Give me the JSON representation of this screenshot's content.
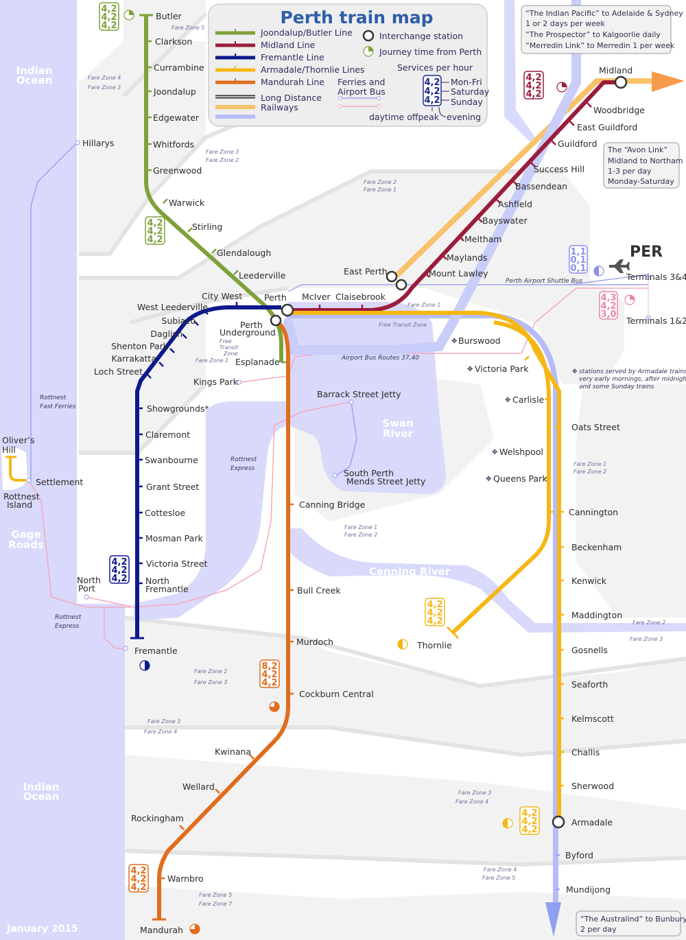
{
  "title": "Perth train map",
  "date_label": "January 2015",
  "colors": {
    "joondalup": "#7ea13a",
    "midland": "#9b1c3c",
    "fremantle": "#0e1a8c",
    "armadale": "#f5b714",
    "mandurah": "#e06d1e",
    "bus": "#9fa4ef",
    "ferry": "#f4a8be",
    "water": "#dcdcfc",
    "zone_land": "#f2f2f2"
  },
  "legend": {
    "lines": [
      {
        "label": "Joondalup/Butler Line",
        "color": "#7ea13a"
      },
      {
        "label": "Midland Line",
        "color": "#9b1c3c"
      },
      {
        "label": "Fremantle Line",
        "color": "#0e1a8c"
      },
      {
        "label": "Armadale/Thornlie Lines",
        "color": "#f5b714"
      },
      {
        "label": "Mandurah Line",
        "color": "#e06d1e"
      }
    ],
    "long_distance": "Long Distance",
    "railways": "Railways",
    "interchange": "Interchange station",
    "journey_time": "Journey time from Perth",
    "services_per_hour": "Services per hour",
    "ferries": "Ferries and",
    "airport_bus": "Airport Bus",
    "mon_fri": "Mon-Fri",
    "saturday": "Saturday",
    "sunday": "Sunday",
    "daytime_offpeak": "daytime offpeak",
    "evening": "evening",
    "freq": [
      "4,2",
      "4,2",
      "4,2"
    ]
  },
  "notes": {
    "indian_pacific": "“The Indian Pacific” to Adelaide & Sydney",
    "indian_pacific_freq": "1 or 2 days per week",
    "prospector": "“The Prospector” to Kalgoorlie daily",
    "merredin": "“Merredin Link” to Merredin 1 per week",
    "avon_1": "The “Avon Link”",
    "avon_2": "Midland to Northam",
    "avon_3": "1-3 per day",
    "avon_4": "Monday-Saturday",
    "australind_1": "“The Australind” to Bunbury",
    "australind_2": "2 per day",
    "armadale_star_1": "stations served by Armadale trains",
    "armadale_star_2": "very early mornings, after midnight",
    "armadale_star_3": "and some Sunday trains",
    "airport_shuttle": "Perth Airport Shuttle Bus",
    "airport_bus_routes": "Airport Bus Routes 37,40",
    "free_transit_zone": "Free Transit Zone",
    "free_transit_1": "Free",
    "free_transit_2": "Transit",
    "free_transit_3": "Zone",
    "rottnest_fast_1": "Rottnest",
    "rottnest_fast_2": "Fast Ferries",
    "rottnest_express_1": "Rottnest",
    "rottnest_express_2": "Express",
    "per_code": "PER"
  },
  "water_labels": {
    "indian_ocean_1": "Indian",
    "indian_ocean_2": "Ocean",
    "swan_1": "Swan",
    "swan_2": "River",
    "canning": "Canning River",
    "gage_1": "Gage",
    "gage_2": "Roads"
  },
  "zone_labels": {
    "fz1": "Fare Zone 1",
    "fz2": "Fare Zone 2",
    "fz3": "Fare Zone 3",
    "fz4": "Fare Zone 4",
    "fz5": "Fare Zone 5",
    "fz7": "Fare Zone 7"
  },
  "stations": {
    "butler": "Butler",
    "clarkson": "Clarkson",
    "currambine": "Currambine",
    "joondalup": "Joondalup",
    "edgewater": "Edgewater",
    "whitfords": "Whitfords",
    "greenwood": "Greenwood",
    "warwick": "Warwick",
    "stirling": "Stirling",
    "glendalough": "Glendalough",
    "leederville": "Leederville",
    "city_west": "City West",
    "perth": "Perth",
    "perth_ug_1": "Perth",
    "perth_ug_2": "Underground",
    "esplanade": "Esplanade",
    "mciver": "McIver",
    "claisebrook": "Claisebrook",
    "east_perth": "East Perth",
    "mount_lawley": "Mount Lawley",
    "maylands": "Maylands",
    "meltham": "Meltham",
    "bayswater": "Bayswater",
    "ashfield": "Ashfield",
    "bassendean": "Bassendean",
    "success_hill": "Success Hill",
    "guildford": "Guildford",
    "east_guildford": "East Guildford",
    "woodbridge": "Woodbridge",
    "midland": "Midland",
    "west_leederville": "West Leederville",
    "subiaco": "Subiaco",
    "daglish": "Daglish",
    "shenton_park": "Shenton Park",
    "karrakatta": "Karrakatta",
    "loch_street": "Loch Street",
    "showgrounds": "Showgrounds*",
    "claremont": "Claremont",
    "swanbourne": "Swanbourne",
    "grant_street": "Grant Street",
    "cottesloe": "Cottesloe",
    "mosman_park": "Mosman Park",
    "victoria_street": "Victoria Street",
    "north_fremantle_1": "North",
    "north_fremantle_2": "Fremantle",
    "fremantle": "Fremantle",
    "north_port_1": "North",
    "north_port_2": "Port",
    "burswood": "Burswood",
    "victoria_park": "Victoria Park",
    "carlisle": "Carlisle",
    "oats_street": "Oats Street",
    "welshpool": "Welshpool",
    "queens_park": "Queens Park",
    "cannington": "Cannington",
    "beckenham": "Beckenham",
    "kenwick": "Kenwick",
    "maddington": "Maddington",
    "gosnells": "Gosnells",
    "seaforth": "Seaforth",
    "kelmscott": "Kelmscott",
    "challis": "Challis",
    "sherwood": "Sherwood",
    "armadale": "Armadale",
    "byford": "Byford",
    "mundijong": "Mundijong",
    "thornlie": "Thornlie",
    "canning_bridge": "Canning Bridge",
    "bull_creek": "Bull Creek",
    "murdoch": "Murdoch",
    "cockburn_central": "Cockburn Central",
    "kwinana": "Kwinana",
    "wellard": "Wellard",
    "rockingham": "Rockingham",
    "warnbro": "Warnbro",
    "mandurah": "Mandurah",
    "kings_park": "Kings Park",
    "barrack_jetty": "Barrack Street Jetty",
    "south_perth_1": "South Perth",
    "south_perth_2": "Mends Street Jetty",
    "hillarys": "Hillarys",
    "settlement": "Settlement",
    "olivers_hill_1": "Oliver’s",
    "olivers_hill_2": "Hill",
    "rottnest_1": "Rottnest",
    "rottnest_2": "Island",
    "terminals_34": "Terminals 3&4",
    "terminals_12": "Terminals 1&2"
  },
  "freq_boxes": {
    "butler": [
      "4,2",
      "4,2",
      "4,2"
    ],
    "stirling": [
      "4,2",
      "4,2",
      "4,2"
    ],
    "midland": [
      "4,2",
      "4,2",
      "4,2"
    ],
    "fremantle": [
      "4,2",
      "4,2",
      "4,2"
    ],
    "thornlie": [
      "4,2",
      "4,2",
      "4,2"
    ],
    "cockburn": [
      "8,2",
      "4,2",
      "4,2"
    ],
    "armadale": [
      "4,2",
      "4,2",
      "4,2"
    ],
    "warnbro": [
      "4,2",
      "4,2",
      "4,2"
    ],
    "airport_shuttle": [
      "1,1",
      "0,1",
      "0,1"
    ],
    "airport_bus": [
      "4,3",
      "4,2",
      "3,0"
    ]
  }
}
